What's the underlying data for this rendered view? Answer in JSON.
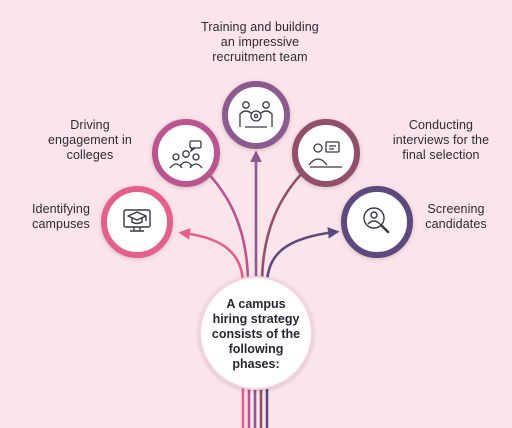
{
  "center": {
    "text": "A campus\nhiring strategy\nconsists of the\nfollowing\nphases:"
  },
  "phases": [
    {
      "label": "Identifying\ncampuses",
      "icon": "graduation-monitor-icon",
      "color": "#e4608c"
    },
    {
      "label": "Driving\nengagement in\ncolleges",
      "icon": "group-chat-icon",
      "color": "#b9548f"
    },
    {
      "label": "Training and building\nan impressive\nrecruitment team",
      "icon": "team-icon",
      "color": "#8c5a8e"
    },
    {
      "label": "Conducting\ninterviews for the\nfinal selection",
      "icon": "interview-icon",
      "color": "#914f6b"
    },
    {
      "label": "Screening\ncandidates",
      "icon": "search-person-icon",
      "color": "#5c4a7e"
    }
  ],
  "colors": {
    "background": "#fbe4ea",
    "icon": "#3c3545"
  }
}
